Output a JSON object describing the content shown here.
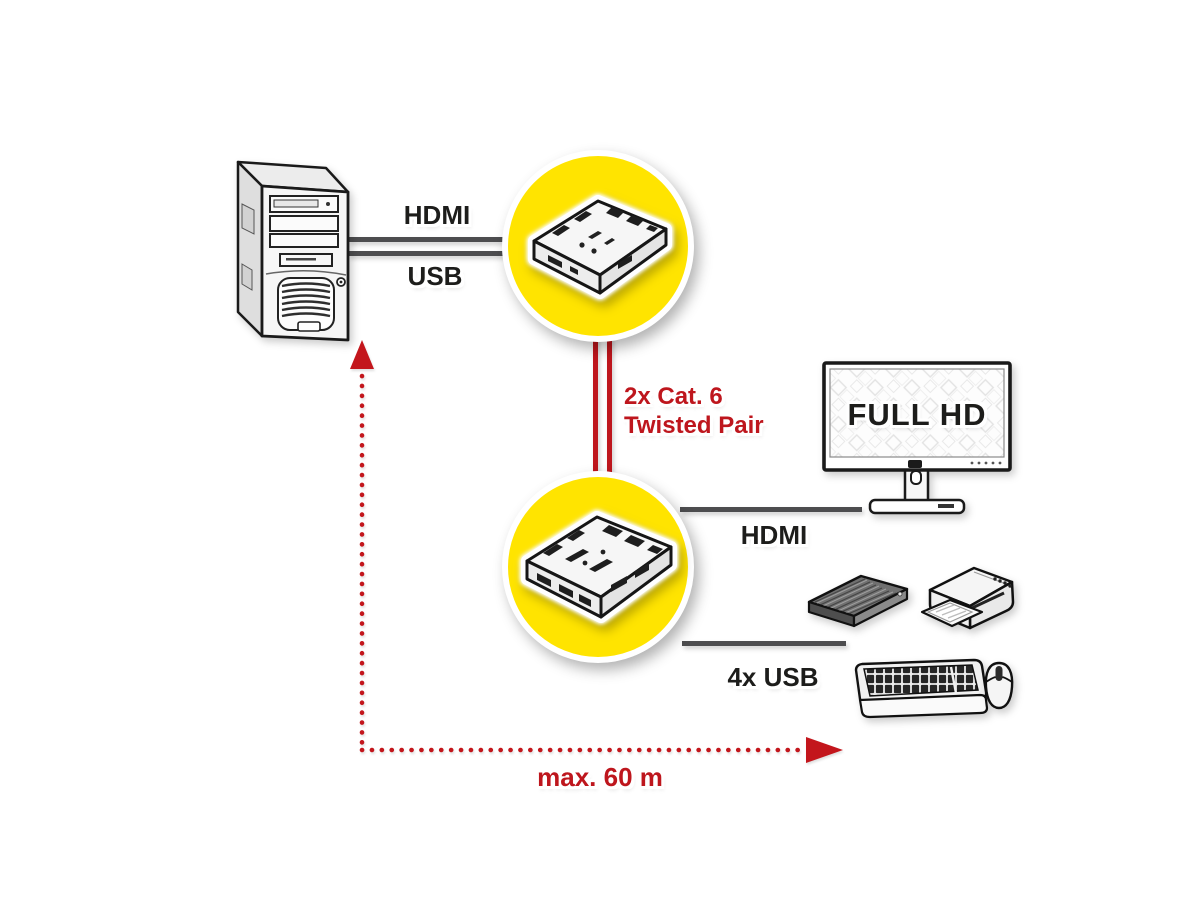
{
  "labels": {
    "hdmi_pc": "HDMI",
    "usb_pc": "USB",
    "cat6_line1": "2x Cat. 6",
    "cat6_line2": "Twisted Pair",
    "full_hd": "FULL HD",
    "hdmi_monitor": "HDMI",
    "usb_peripherals": "4x USB",
    "max_distance": "max. 60 m"
  },
  "colors": {
    "highlight_yellow": "#FFE400",
    "signal_red": "#BE161D",
    "cable_gray": "#4D4D4F"
  },
  "devices": [
    "pc-tower",
    "extender-transmitter",
    "extender-receiver",
    "full-hd-monitor",
    "external-hard-drive",
    "inkjet-printer",
    "keyboard",
    "mouse"
  ]
}
